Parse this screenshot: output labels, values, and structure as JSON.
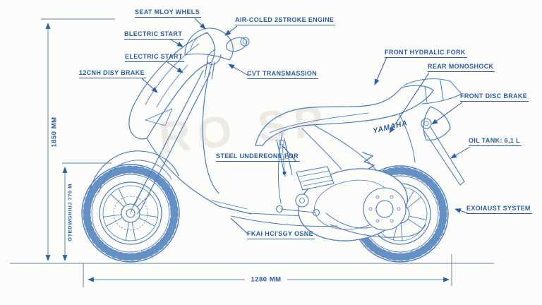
{
  "brand": "YAMAHA",
  "watermark": "RO SP",
  "callouts": {
    "seat_alloy_wheels": "SEAT MLOY WHELS",
    "air_cooled_engine": "AIR-COLED 2STROKE ENGINE",
    "electric_start_1": "BLECTRIC START",
    "electric_start_2": "ELECTRIC START",
    "cvt_transmission": "CVT TRANSMASSION",
    "disc_brake_12": "12CNH DISY BRAKE",
    "front_fork": "FRONT HYDRALIC FORK",
    "rear_monoshock": "REAR MONOSHOCK",
    "front_disc_brake": "FRONT DISC BRAKE",
    "oil_tank": "OIL TANK: 6,1 L",
    "exhaust": "EXOIAUST SYSTEM",
    "steel_underbone": "STEEL UNDEREONE FOR",
    "frame_note": "FKAI HCI'SGY OSNE"
  },
  "dimensions": {
    "overall_height": "1850 MM",
    "seat_height": "OTEDWGHIUJ 770 M",
    "wheelbase": "1280 MM"
  },
  "colors": {
    "bg": "#fcfcfb",
    "line": "#4a7cb8",
    "label": "#2c5ba0",
    "dim": "#5d83ac",
    "arrow": "#2b5ea6",
    "watermark": "#c0ab8e"
  }
}
